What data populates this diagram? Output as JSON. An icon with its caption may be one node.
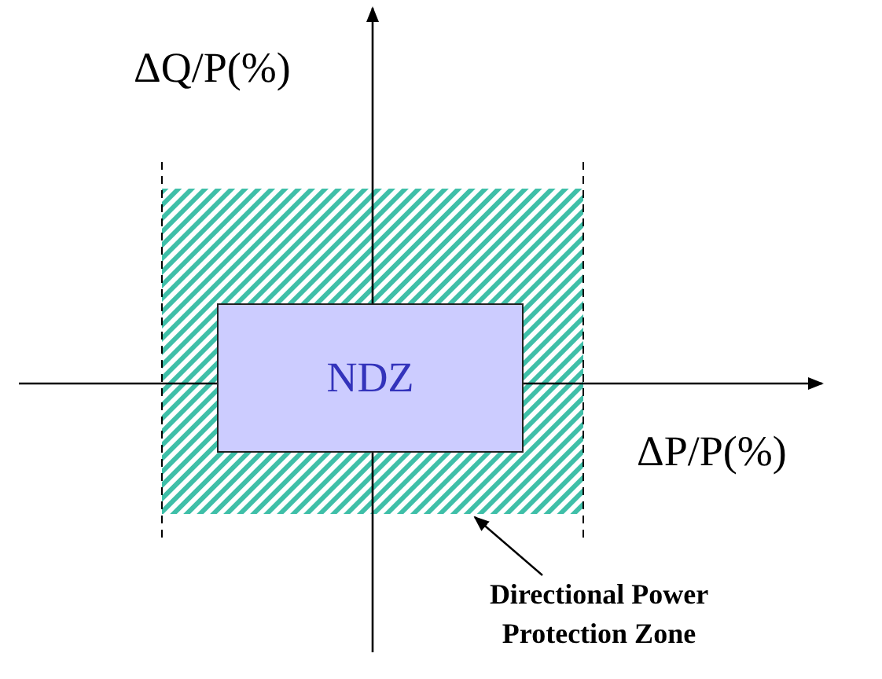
{
  "diagram": {
    "nodes": [
      {
        "text": [],
        "shape": "box"
      },
      {
        "text": [
          "NDZ"
        ],
        "in": 0
      },
      {
        "text": [
          "Directional Power Protection Zone"
        ]
      }
    ],
    "edges": [
      {
        "from": 2,
        "to": 0,
        "arrow": "to"
      }
    ],
    "labels": [
      "ΔQ/P(%)",
      "ΔP/P(%)"
    ]
  }
}
